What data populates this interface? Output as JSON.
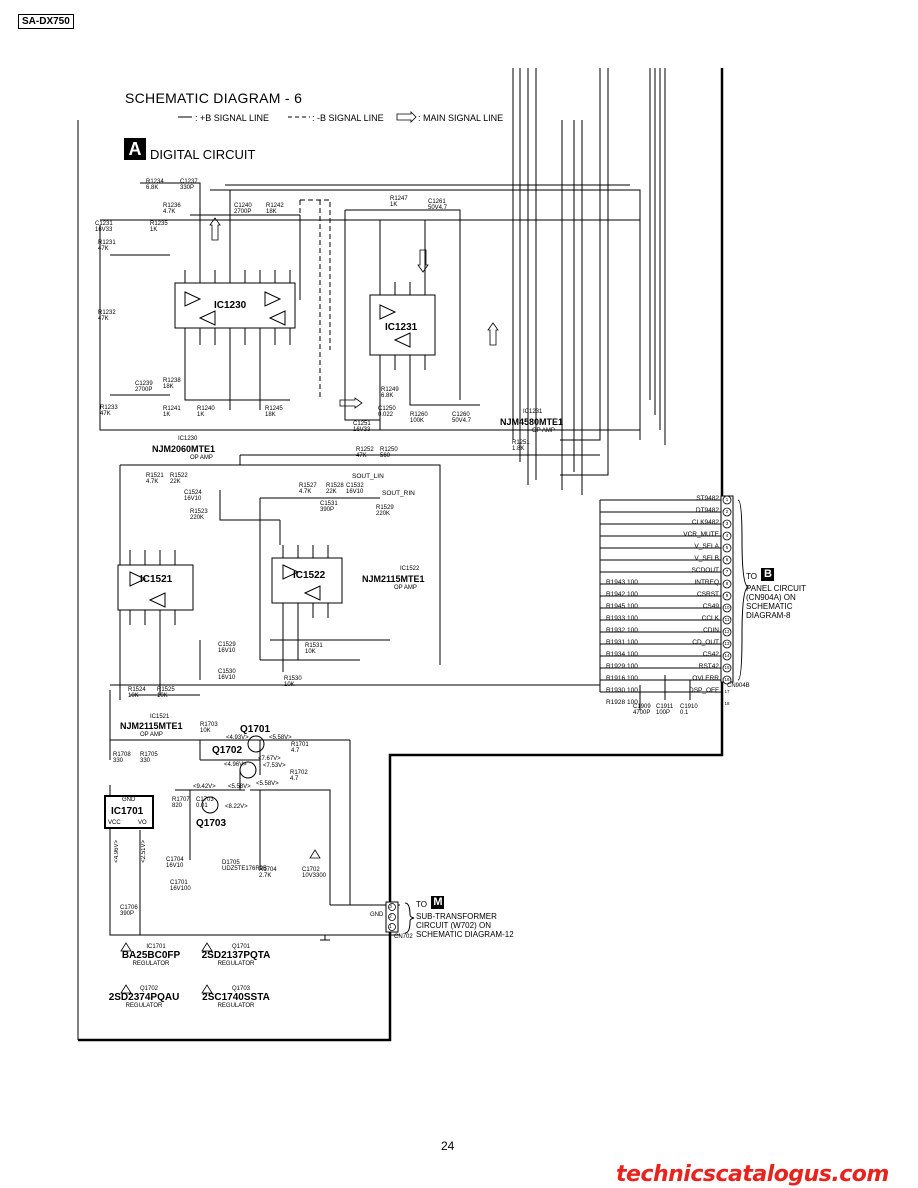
{
  "header": {
    "model": "SA-DX750"
  },
  "diagram": {
    "title": "SCHEMATIC DIAGRAM - 6",
    "legend": {
      "plus_b": ": +B SIGNAL LINE",
      "minus_b": ": -B SIGNAL LINE",
      "main": ": MAIN SIGNAL LINE"
    },
    "section": {
      "letter": "A",
      "name": "DIGITAL CIRCUIT"
    }
  },
  "ics": {
    "ic1230": {
      "label": "IC1230",
      "ref": "IC1230",
      "part": "NJM2060MTE1",
      "role": "OP AMP"
    },
    "ic1231": {
      "label": "IC1231",
      "ref": "IC1231",
      "part": "NJM4580MTE1",
      "role": "OP AMP"
    },
    "ic1521": {
      "label": "IC1521",
      "ref": "IC1521",
      "part": "NJM2115MTE1",
      "role": "OP AMP"
    },
    "ic1522": {
      "label": "IC1522",
      "ref": "IC1522",
      "part": "NJM2115MTE1",
      "role": "OP AMP"
    },
    "ic1701": {
      "label": "IC1701",
      "gnd": "GND",
      "vcc": "VCC",
      "vo": "VO"
    }
  },
  "components": {
    "r1234": "R1234\n6.8K",
    "c1237": "C1237\n330P",
    "r1236": "R1236\n4.7K",
    "r1235": "R1235\n1K",
    "c1240": "C1240\n2700P",
    "r1242": "R1242\n18K",
    "c1231": "C1231\n16V33",
    "r1231": "R1231\n47K",
    "r1232": "R1232\n47K",
    "c1239": "C1239\n2700P",
    "r1238": "R1238\n18K",
    "r1233": "R1233\n47K",
    "r1241": "R1241\n1K",
    "r1240": "R1240\n1K",
    "r1245": "R1245\n18K",
    "r1247": "R1247\n1K",
    "c1261": "C1261\n50V4.7",
    "r1249": "R1249\n6.8K",
    "c1250": "C1250\n0.022",
    "c1251": "C1251\n16V33",
    "r1260": "R1260\n100K",
    "c1260": "C1260\n50V4.7",
    "r1252": "R1252\n47K",
    "r1250": "R1250\n560",
    "r1251": "R1251\n1.8K",
    "r1521": "R1521\n4.7K",
    "r1522": "R1522\n22K",
    "c1524": "C1524\n16V10",
    "r1523": "R1523\n220K",
    "r1527": "R1527\n4.7K",
    "r1528": "R1528\n22K",
    "c1532": "C1532\n16V10",
    "c1531": "C1531\n390P",
    "r1529": "R1529\n220K",
    "c1529": "C1529\n16V10",
    "c1530": "C1530\n16V10",
    "r1531": "R1531\n10K",
    "r1530": "R1530\n10K",
    "r1524": "R1524\n10K",
    "r1525": "R1525\n10K",
    "r1703": "R1703\n10K",
    "r1701": "R1701\n4.7",
    "r1702": "R1702\n4.7",
    "r1708": "R1708\n330",
    "r1705": "R1705\n330",
    "r1707": "R1707\n820",
    "c1703": "C1703\n0.01",
    "c1704": "C1704\n16V10",
    "c1701": "C1701\n16V100",
    "d1705": "D1705\nUDZ5TE176R2B",
    "r1704": "R1704\n2.7K",
    "c1702": "C1702\n10V3300",
    "c1706": "C1706\n390P",
    "c1909": "C1909\n4700P",
    "c1911": "C1911\n100P",
    "c1910": "C1910\n0.1"
  },
  "transistors": {
    "q1701": "Q1701",
    "q1702": "Q1702",
    "q1703": "Q1703",
    "v1": "<4.93V>",
    "v2": "<5.58V>",
    "v3": "<7.67V>",
    "v4": "<7.53V>",
    "v5": "<4.96V>",
    "v6": "<5.58V>",
    "v7": "<9.42V>",
    "v8": "<5.58V>",
    "v9": "<8.22V>",
    "v10": "<4.96V>",
    "v11": "<2.51V>"
  },
  "nets": {
    "sout_lin": "SOUT_LIN",
    "sout_rin": "SOUT_RIN"
  },
  "connector_b": {
    "name": "CN904B",
    "target_letter": "B",
    "target_lines": [
      "TO",
      "PANEL CIRCUIT",
      "(CN904A) ON",
      "SCHEMATIC",
      "DIAGRAM-8"
    ],
    "pins": [
      {
        "n": "1",
        "sig": "ST9482",
        "r": ""
      },
      {
        "n": "2",
        "sig": "DT9482",
        "r": ""
      },
      {
        "n": "3",
        "sig": "CLK9482",
        "r": ""
      },
      {
        "n": "4",
        "sig": "VCR_MUTE",
        "r": ""
      },
      {
        "n": "5",
        "sig": "V_SELA",
        "r": ""
      },
      {
        "n": "6",
        "sig": "V_SELB",
        "r": ""
      },
      {
        "n": "7",
        "sig": "SCDOUT",
        "r": ""
      },
      {
        "n": "8",
        "sig": "INTREQ",
        "r": "R1943 100"
      },
      {
        "n": "9",
        "sig": "CSRST",
        "r": "R1942 100"
      },
      {
        "n": "10",
        "sig": "CS49",
        "r": "R1945 100"
      },
      {
        "n": "11",
        "sig": "CCLK",
        "r": "R1933 100"
      },
      {
        "n": "12",
        "sig": "CDIN",
        "r": "R1932 100"
      },
      {
        "n": "13",
        "sig": "CD_OUT",
        "r": "R1931 100"
      },
      {
        "n": "14",
        "sig": "CS42",
        "r": "R1934 100"
      },
      {
        "n": "15",
        "sig": "RST42",
        "r": "R1929 100"
      },
      {
        "n": "16",
        "sig": "OVLERR",
        "r": "R1916 100"
      },
      {
        "n": "17",
        "sig": "DSP_OFF",
        "r": "R1930 100"
      },
      {
        "n": "18",
        "sig": "",
        "r": "R1928 100"
      }
    ]
  },
  "connector_m": {
    "name": "CN702",
    "target_letter": "M",
    "target_lines": [
      "TO",
      "SUB-TRANSFORMER",
      "CIRCUIT (W702) ON",
      "SCHEMATIC DIAGRAM-12"
    ],
    "gnd": "GND",
    "pins": [
      "3",
      "2",
      "1"
    ]
  },
  "parts_list": [
    {
      "ref": "IC1701",
      "part": "BA25BC0FP",
      "role": "REGULATOR"
    },
    {
      "ref": "Q1701",
      "part": "2SD2137PQTA",
      "role": "REGULATOR"
    },
    {
      "ref": "Q1702",
      "part": "2SD2374PQAU",
      "role": "REGULATOR"
    },
    {
      "ref": "Q1703",
      "part": "2SC1740SSTA",
      "role": "REGULATOR"
    }
  ],
  "page_number": "24",
  "watermark": "technicscatalogus.com"
}
